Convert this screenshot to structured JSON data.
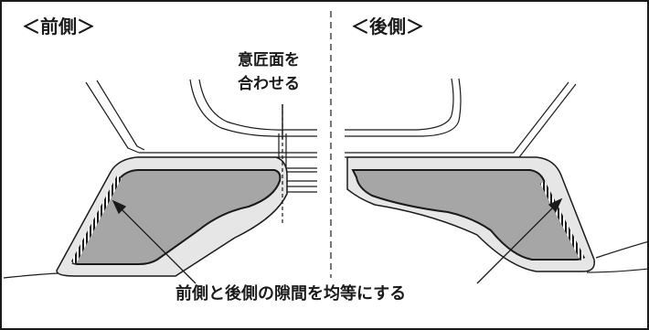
{
  "labels": {
    "front": "＜前側＞",
    "rear": "＜後側＞",
    "align_line1": "意匠面を",
    "align_line2": "合わせる",
    "gap_note": "前側と後側の隙間を均等にする"
  },
  "colors": {
    "panel_fill": "#a6a6a6",
    "outline": "#1a1a1a",
    "background": "#ffffff"
  }
}
